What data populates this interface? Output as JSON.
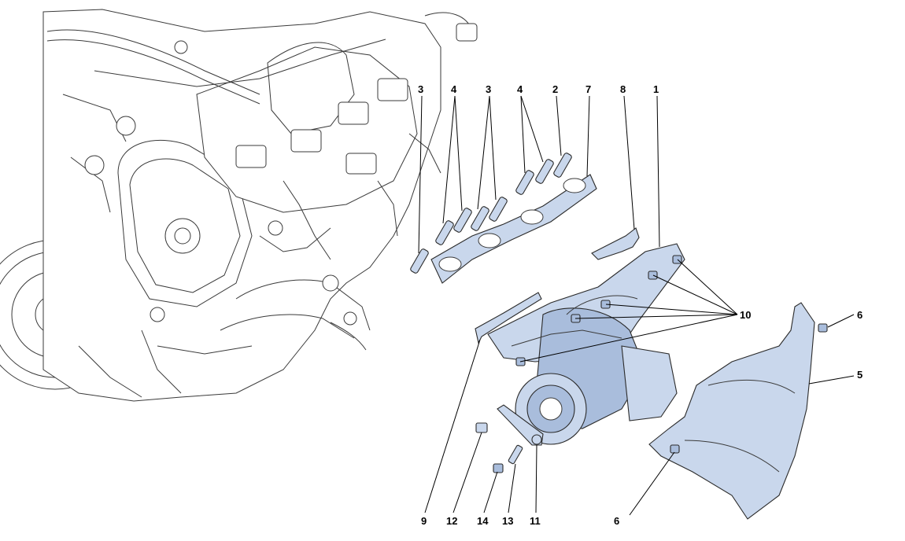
{
  "callouts": [
    {
      "key": "c3a",
      "label": "3"
    },
    {
      "key": "c4a",
      "label": "4"
    },
    {
      "key": "c3b",
      "label": "3"
    },
    {
      "key": "c4b",
      "label": "4"
    },
    {
      "key": "c2",
      "label": "2"
    },
    {
      "key": "c7",
      "label": "7"
    },
    {
      "key": "c8",
      "label": "8"
    },
    {
      "key": "c1",
      "label": "1"
    },
    {
      "key": "c10",
      "label": "10"
    },
    {
      "key": "c6a",
      "label": "6"
    },
    {
      "key": "c5",
      "label": "5"
    },
    {
      "key": "c6b",
      "label": "6"
    },
    {
      "key": "c9",
      "label": "9"
    },
    {
      "key": "c12",
      "label": "12"
    },
    {
      "key": "c14",
      "label": "14"
    },
    {
      "key": "c13",
      "label": "13"
    },
    {
      "key": "c11",
      "label": "11"
    }
  ],
  "colors": {
    "part_fill": "#c9d7ec",
    "part_shade": "#a9bddc",
    "outline": "#2b2b2b",
    "engine_line": "#3a3a3a"
  }
}
